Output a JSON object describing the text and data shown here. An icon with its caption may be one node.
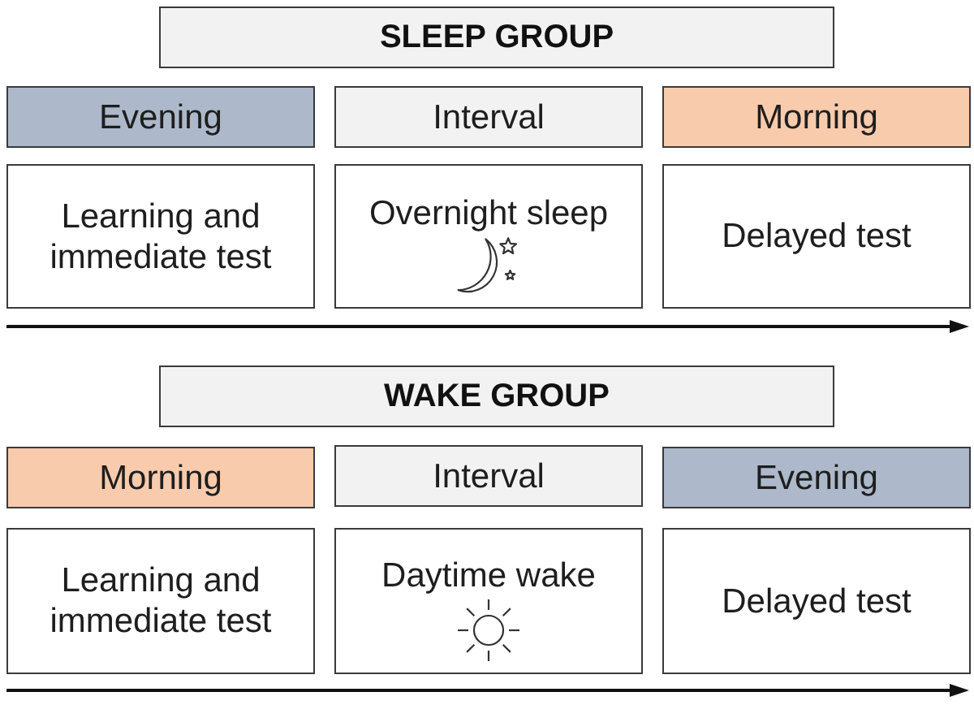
{
  "diagram": {
    "nodes": [
      {
        "text": [
          "SLEEP GROUP"
        ]
      },
      {
        "text": [
          "Evening"
        ]
      },
      {
        "text": [
          "Interval"
        ]
      },
      {
        "text": [
          "Morning"
        ]
      },
      {
        "text": [
          "Learning and immediate test"
        ]
      },
      {
        "text": [
          "Overnight sleep"
        ]
      },
      {
        "text": [
          "Delayed test"
        ]
      },
      {
        "text": [
          "WAKE GROUP"
        ]
      },
      {
        "text": [
          "Morning"
        ]
      },
      {
        "text": [
          "Interval"
        ]
      },
      {
        "text": [
          "Evening"
        ]
      },
      {
        "text": [
          "Learning and immediate test"
        ]
      },
      {
        "text": [
          "Daytime wake"
        ]
      },
      {
        "text": [
          "Delayed test"
        ]
      }
    ]
  }
}
